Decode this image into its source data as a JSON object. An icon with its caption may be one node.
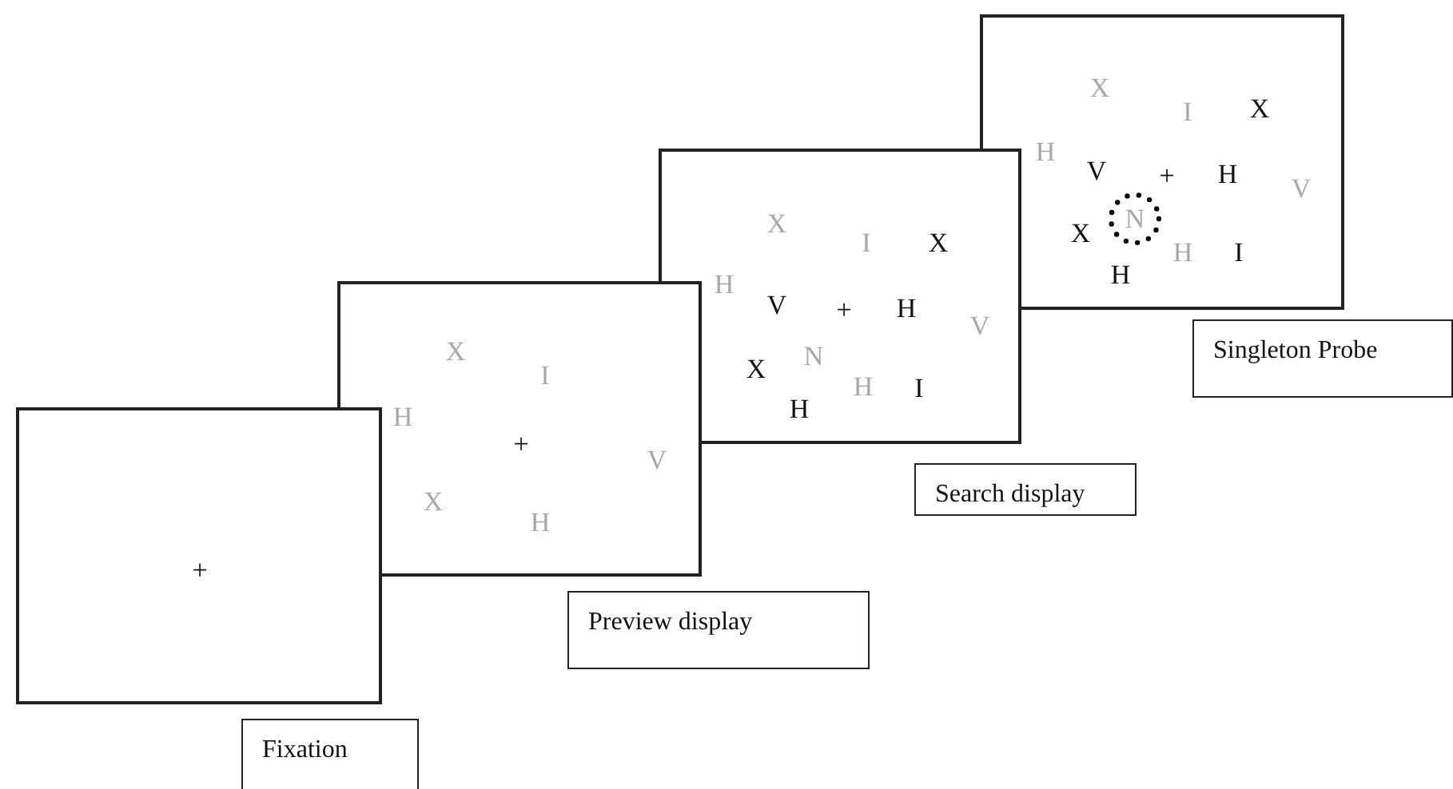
{
  "diagram": {
    "nodes": [
      {
        "text": [
          "+"
        ]
      },
      {
        "text": [
          "Fixation"
        ]
      },
      {
        "text": [
          "X",
          "I",
          "H",
          "+",
          "V",
          "X",
          "H"
        ]
      },
      {
        "text": [
          "Preview display"
        ]
      },
      {
        "text": [
          "X",
          "I",
          "X",
          "H",
          "V",
          "+",
          "H",
          "V",
          "N",
          "X",
          "H",
          "I",
          "H"
        ]
      },
      {
        "text": [
          "Search display"
        ]
      },
      {
        "text": [
          "X",
          "I",
          "X",
          "H",
          "V",
          "+",
          "H",
          "V",
          "X",
          "H",
          "I",
          "H"
        ]
      },
      {
        "text": [
          "N"
        ],
        "in": 6
      },
      {
        "text": [
          "Singleton Probe"
        ]
      }
    ]
  }
}
